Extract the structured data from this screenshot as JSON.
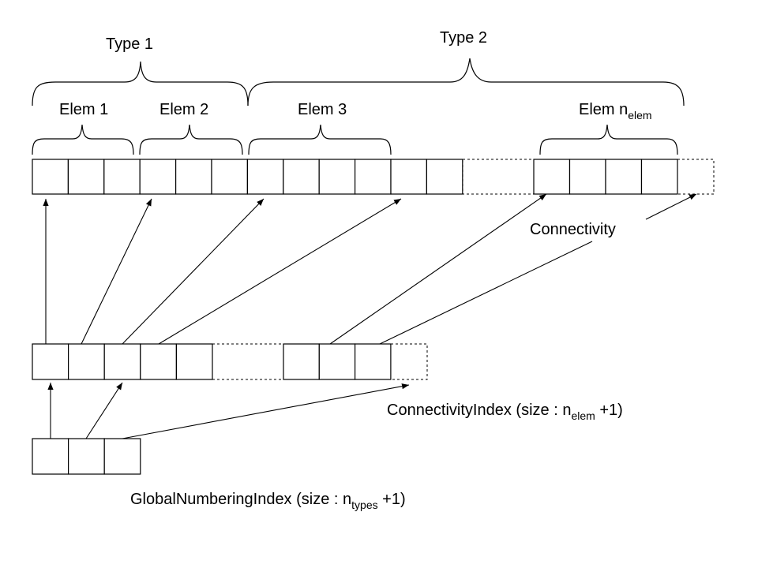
{
  "diagram": {
    "type_labels": {
      "type1": "Type 1",
      "type2": "Type 2"
    },
    "element_labels": {
      "elem1": "Elem 1",
      "elem2": "Elem 2",
      "elem3": "Elem 3",
      "elemn_main": "Elem n",
      "elemn_sub": "elem"
    },
    "arrays": {
      "connectivity": {
        "label": "Connectivity"
      },
      "connectivity_index": {
        "label_main": "ConnectivityIndex (size : n",
        "label_sub": "elem",
        "label_tail": " +1)"
      },
      "global_numbering_index": {
        "label_main": "GlobalNumberingIndex (size : n",
        "label_sub": "types",
        "label_tail": " +1)"
      }
    },
    "colors": {
      "stroke": "#000000",
      "background": "#ffffff"
    }
  }
}
